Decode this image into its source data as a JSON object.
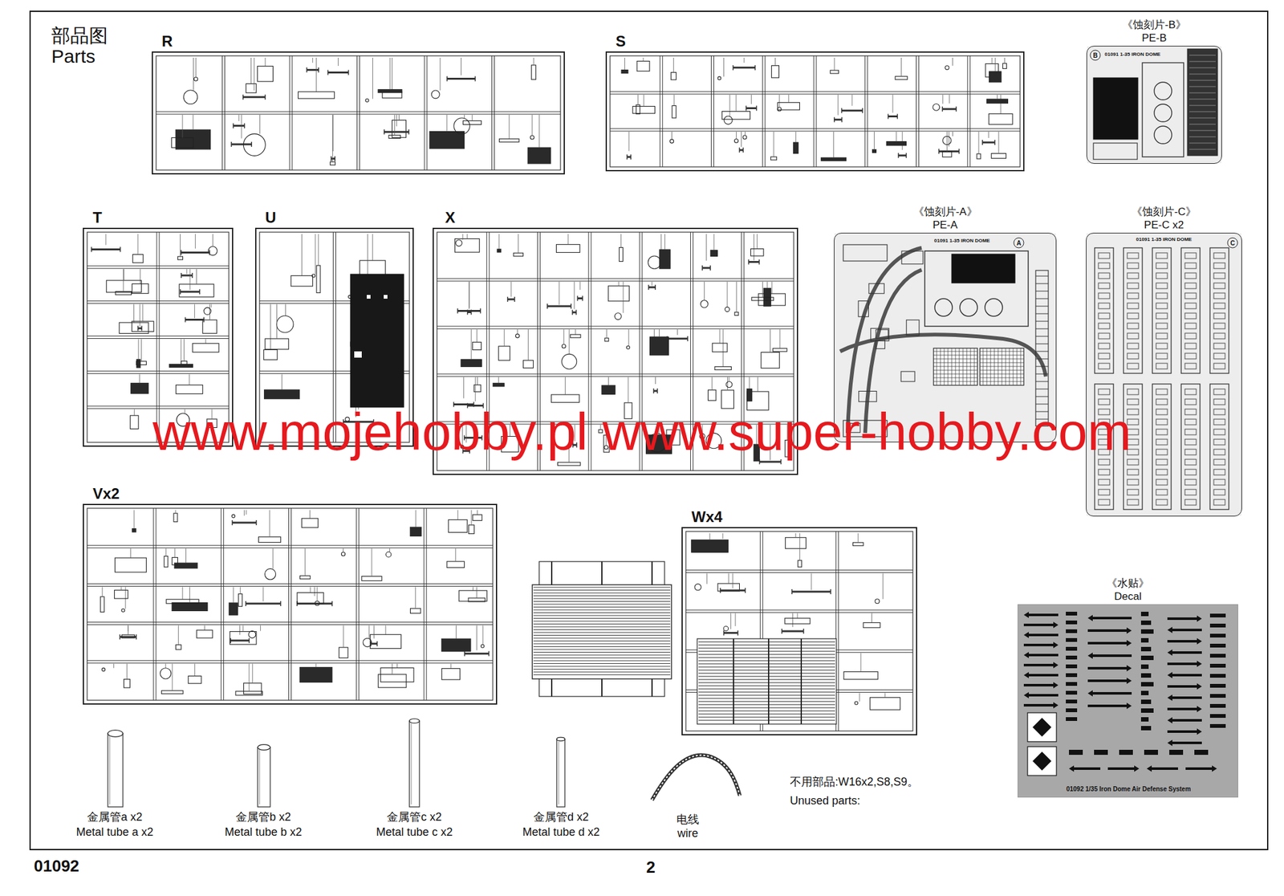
{
  "diagram": {
    "title": "部品图 Parts",
    "nodes": [
      {
        "text": [
          "R"
        ]
      },
      {
        "text": [
          "S"
        ]
      },
      {
        "text": [
          "《蚀刻片-B》",
          "PE-B"
        ]
      },
      {
        "text": [
          "T"
        ]
      },
      {
        "text": [
          "U"
        ]
      },
      {
        "text": [
          "X"
        ]
      },
      {
        "text": [
          "《蚀刻片-A》",
          "PE-A"
        ]
      },
      {
        "text": [
          "《蚀刻片-C》",
          "PE-C x2"
        ]
      },
      {
        "text": [
          "Vx2"
        ]
      },
      {
        "text": [
          "Wx4"
        ]
      },
      {
        "text": [
          "《水贴》",
          "Decal"
        ]
      }
    ],
    "labels": [
      "www.mojehobby.pl www.super-hobby.com",
      "01092",
      "2",
      "金属管a x2",
      "Metal tube a x2",
      "金属管b x2",
      "Metal tube b x2",
      "金属管c x2",
      "Metal tube c x2",
      "金属管d x2",
      "Metal tube d x2",
      "电线",
      "wire",
      "不用部品:W16x2,S8,S9。",
      "Unused parts:",
      "01091 1-35 IRON DOME",
      "A",
      "01091 1-35 IRON DOME",
      "B",
      "01091 1-35 IRON DOME",
      "C",
      "01092 1/35 Iron Dome Air Defense System"
    ]
  }
}
